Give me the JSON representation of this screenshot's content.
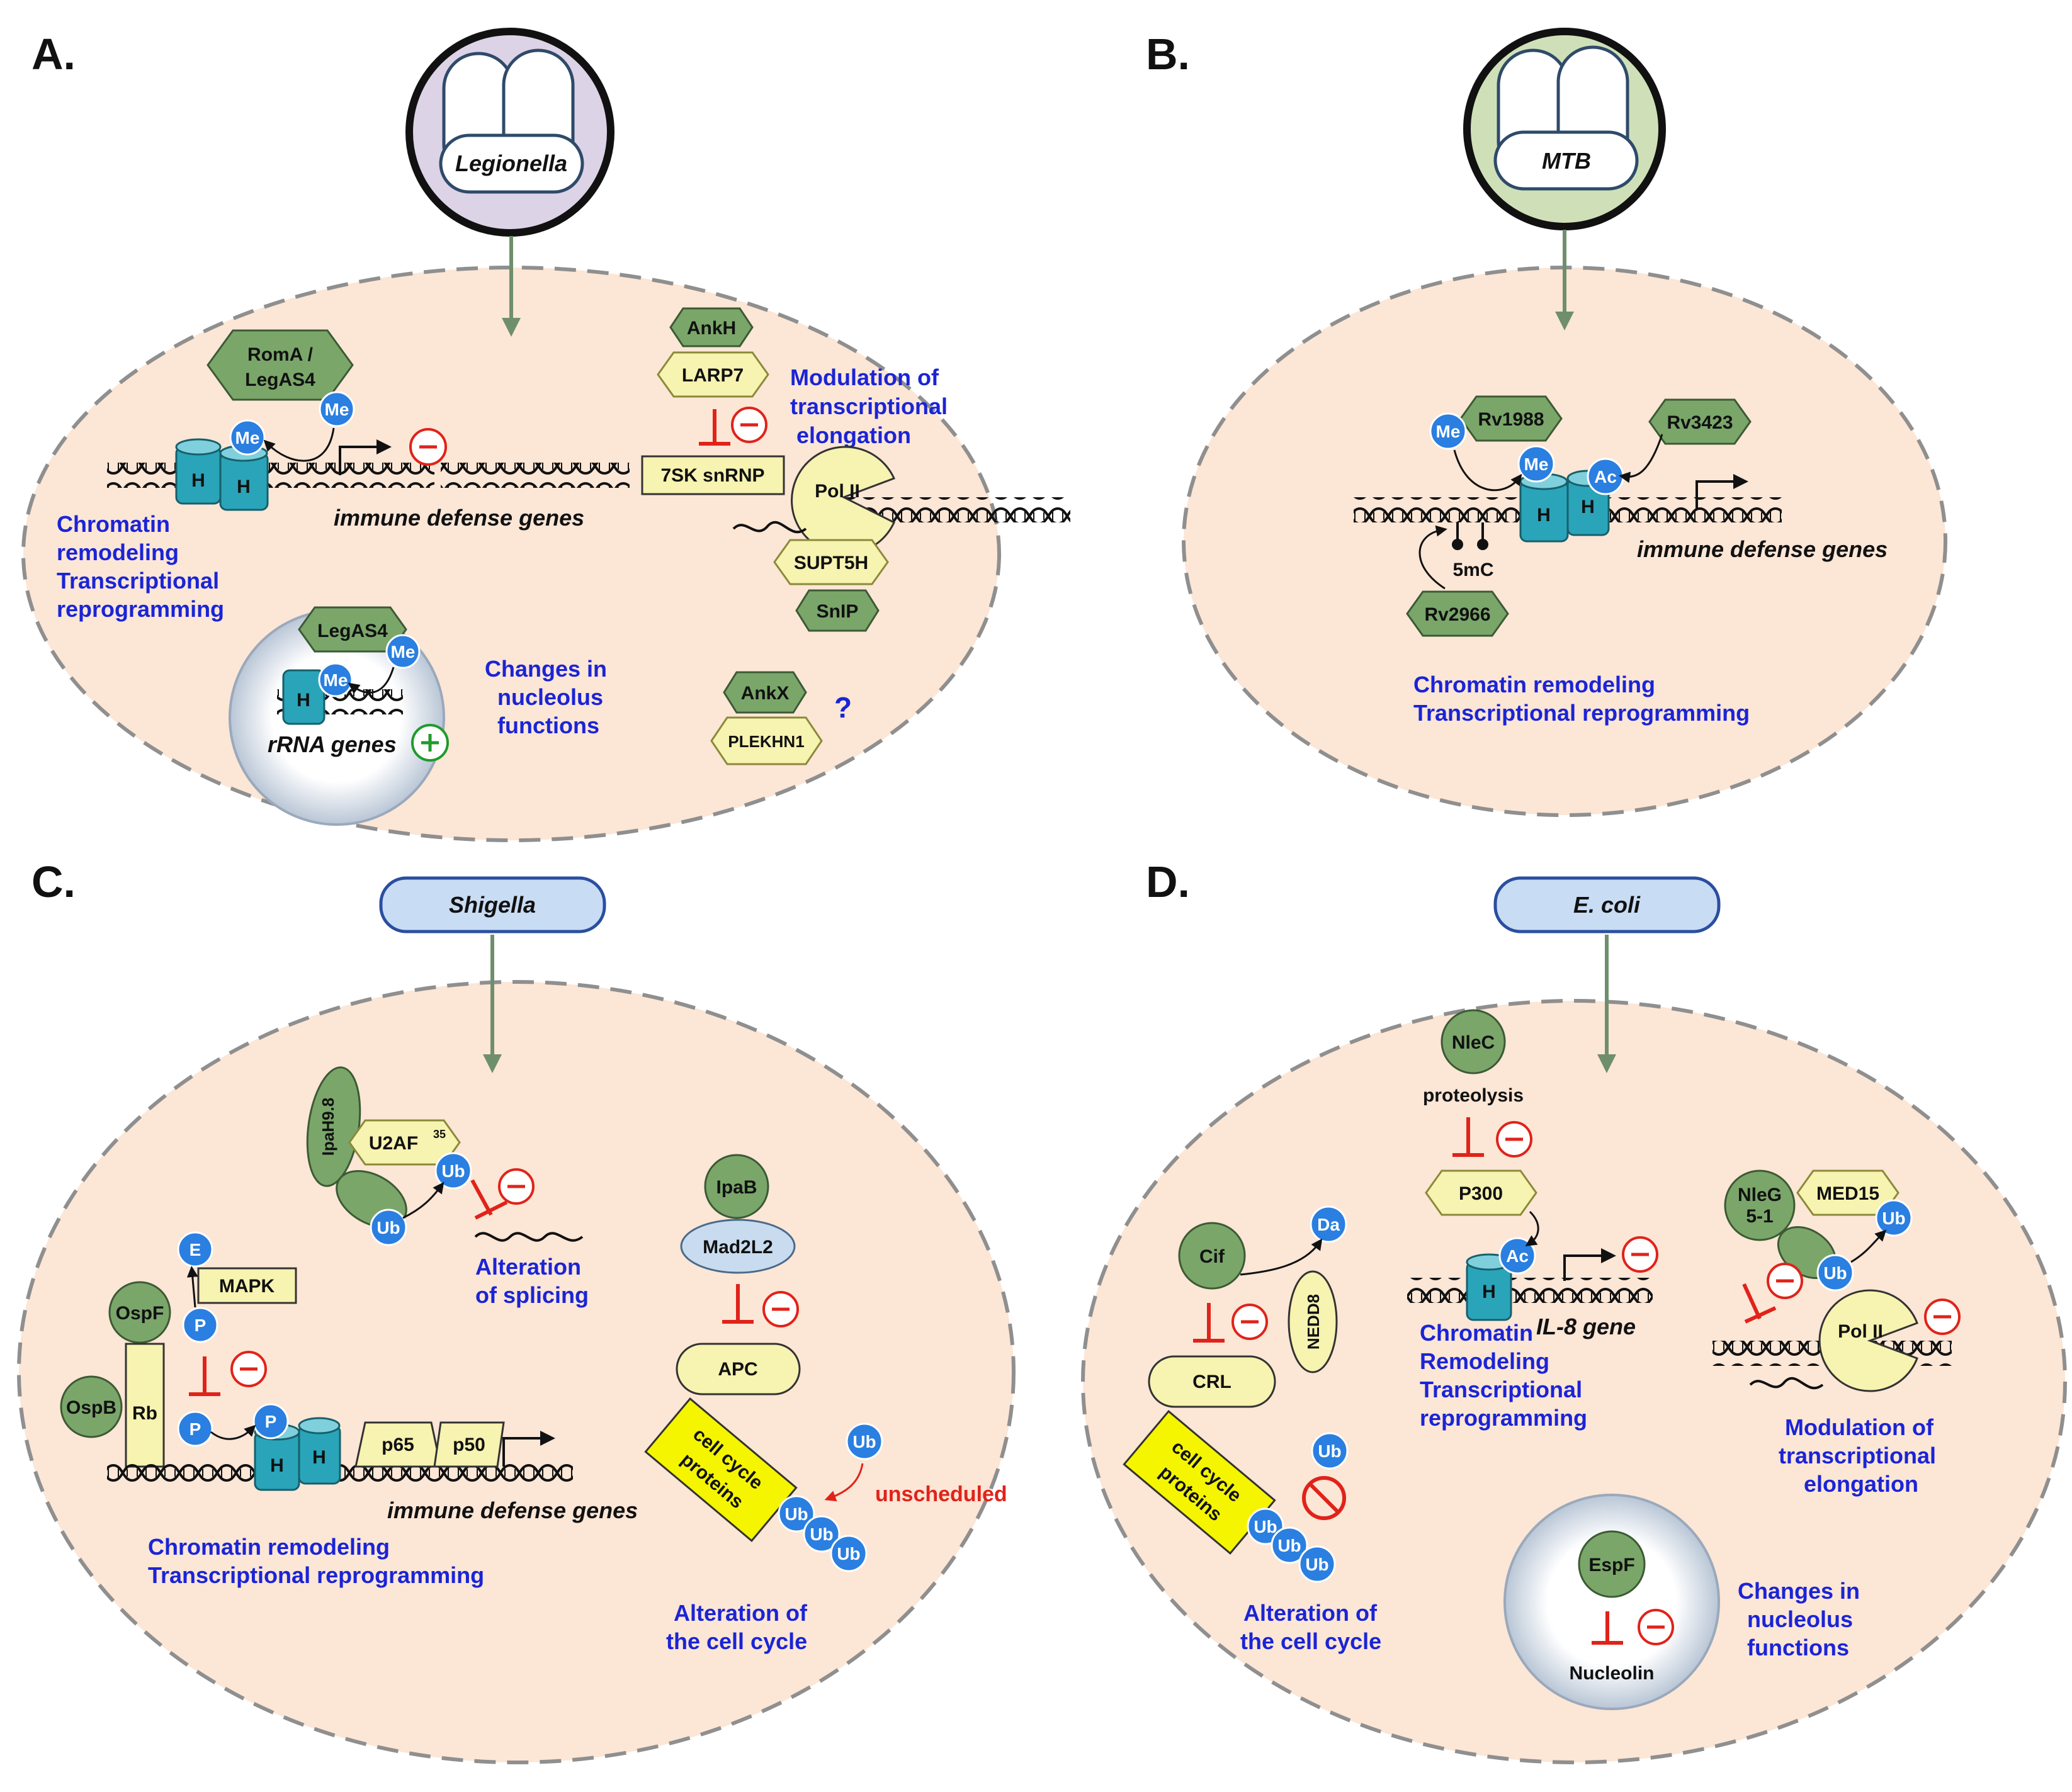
{
  "colors": {
    "cell_fill": "#fce6d6",
    "cell_border": "#8f8f8f",
    "green_protein": "#7aa66a",
    "yellow_protein": "#f7f3b0",
    "bright_yellow": "#f5f500",
    "blue_mod": "#2a7fe0",
    "histone": "#2aa4b8",
    "arrow_green": "#6f8f6c",
    "label_blue": "#1a24d6",
    "inhibit_red": "#e0231a",
    "pathogen_box": "#c8dcf4"
  },
  "panelA": {
    "letter": "A.",
    "pathogen": "Legionella",
    "romA": "RomA /",
    "legAS4_a": "LegAS4",
    "me": "Me",
    "h": "H",
    "gene_label": "immune defense genes",
    "chromatin1": "Chromatin",
    "chromatin2": "remodeling",
    "chromatin3": "Transcriptional",
    "chromatin4": "reprogramming",
    "legAS4_b": "LegAS4",
    "rrna": "rRNA genes",
    "nucleolus1": "Changes in",
    "nucleolus2": "nucleolus",
    "nucleolus3": "functions",
    "ankH": "AnkH",
    "larp7": "LARP7",
    "snrnp": "7SK snRNP",
    "polII": "Pol II",
    "supt5h": "SUPT5H",
    "snip": "SnIP",
    "mod1": "Modulation of",
    "mod2": "transcriptional",
    "mod3": "elongation",
    "ankX": "AnkX",
    "plekhn1": "PLEKHN1",
    "question": "?"
  },
  "panelB": {
    "letter": "B.",
    "pathogen": "MTB",
    "rv1988": "Rv1988",
    "rv3423": "Rv3423",
    "rv2966": "Rv2966",
    "me": "Me",
    "ac": "Ac",
    "h": "H",
    "mc": "5mC",
    "gene_label": "immune defense genes",
    "out1": "Chromatin remodeling",
    "out2": "Transcriptional reprogramming"
  },
  "panelC": {
    "letter": "C.",
    "pathogen": "Shigella",
    "ipaH": "IpaH9.8",
    "u2af": "U2AF",
    "u2af_sup": "35",
    "ub": "Ub",
    "splice1": "Alteration",
    "splice2": "of splicing",
    "e": "E",
    "p": "P",
    "mapk": "MAPK",
    "ospF": "OspF",
    "ospB": "OspB",
    "rb": "Rb",
    "h": "H",
    "p65": "p65",
    "p50": "p50",
    "gene_label": "immune defense genes",
    "out1": "Chromatin remodeling",
    "out2": "Transcriptional reprogramming",
    "ipaB": "IpaB",
    "mad2l2": "Mad2L2",
    "apc": "APC",
    "ccp1": "cell cycle",
    "ccp2": "proteins",
    "unscheduled": "unscheduled",
    "cc1": "Alteration of",
    "cc2": "the cell cycle"
  },
  "panelD": {
    "letter": "D.",
    "pathogen": "E. coli",
    "nleC": "NleC",
    "proteolysis": "proteolysis",
    "p300": "P300",
    "ac": "Ac",
    "h": "H",
    "il8": "IL-8 gene",
    "chrom1": "Chromatin",
    "chrom2": "Remodeling",
    "chrom3": "Transcriptional",
    "chrom4": "reprogramming",
    "cif": "Cif",
    "da": "Da",
    "nedd8": "NEDD8",
    "crl": "CRL",
    "ccp1": "cell cycle",
    "ccp2": "proteins",
    "ub": "Ub",
    "cc1": "Alteration of",
    "cc2": "the cell cycle",
    "nleG1": "NleG",
    "nleG2": "5-1",
    "med15": "MED15",
    "polII": "Pol II",
    "mod1": "Modulation of",
    "mod2": "transcriptional",
    "mod3": "elongation",
    "espF": "EspF",
    "nucleolin": "Nucleolin",
    "nuc1": "Changes in",
    "nuc2": "nucleolus",
    "nuc3": "functions"
  }
}
